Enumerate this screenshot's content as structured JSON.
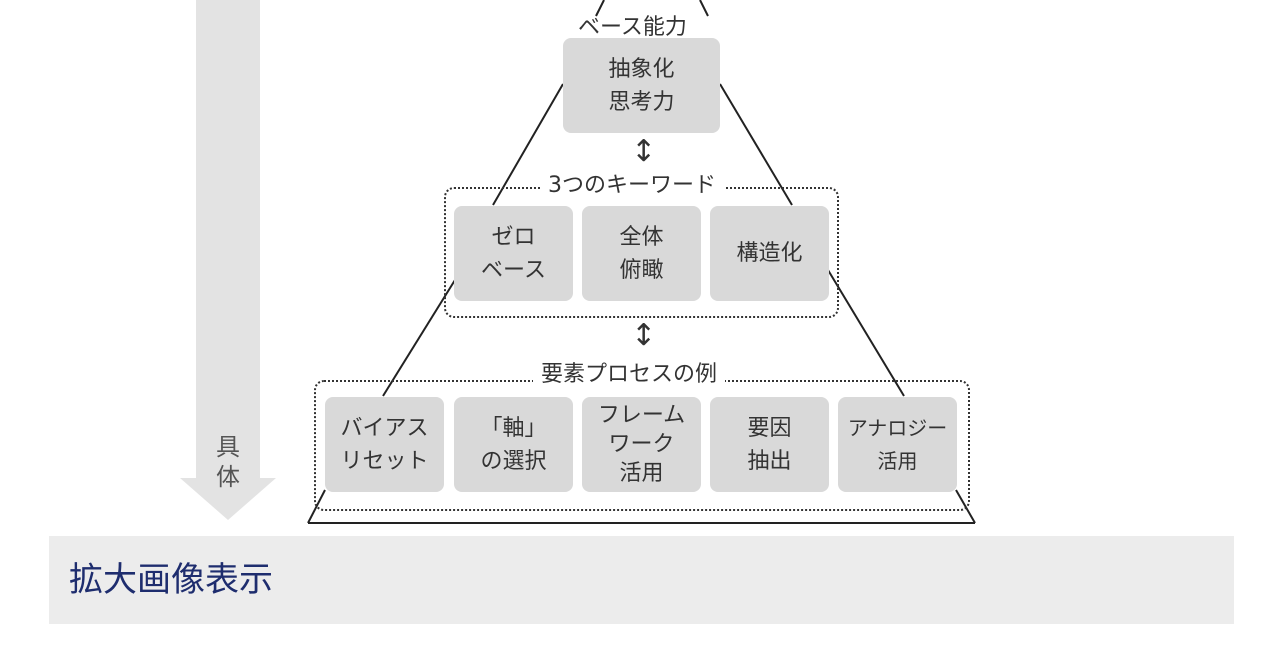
{
  "axis": {
    "bottom_label_lines": [
      "具",
      "体"
    ]
  },
  "top": {
    "title": "ベース能力",
    "box_lines": [
      "抽象化",
      "思考力"
    ]
  },
  "middle": {
    "title": "3つのキーワード",
    "boxes": [
      {
        "lines": [
          "ゼロ",
          "ベース"
        ]
      },
      {
        "lines": [
          "全体",
          "俯瞰"
        ]
      },
      {
        "lines": [
          "構造化"
        ]
      }
    ]
  },
  "bottom": {
    "title": "要素プロセスの例",
    "boxes": [
      {
        "lines": [
          "バイアス",
          "リセット"
        ]
      },
      {
        "lines": [
          "「軸」",
          "の選択"
        ]
      },
      {
        "lines": [
          "フレーム",
          "ワーク",
          "活用"
        ]
      },
      {
        "lines": [
          "要因",
          "抽出"
        ]
      },
      {
        "lines": [
          "アナロジー",
          "活用"
        ]
      }
    ]
  },
  "footer": {
    "label": "拡大画像表示"
  },
  "colors": {
    "box_fill": "#d9d9d9",
    "axis_arrow": "#e3e3e3",
    "footer_bg": "#ececec",
    "footer_text": "#1e2d6e"
  }
}
